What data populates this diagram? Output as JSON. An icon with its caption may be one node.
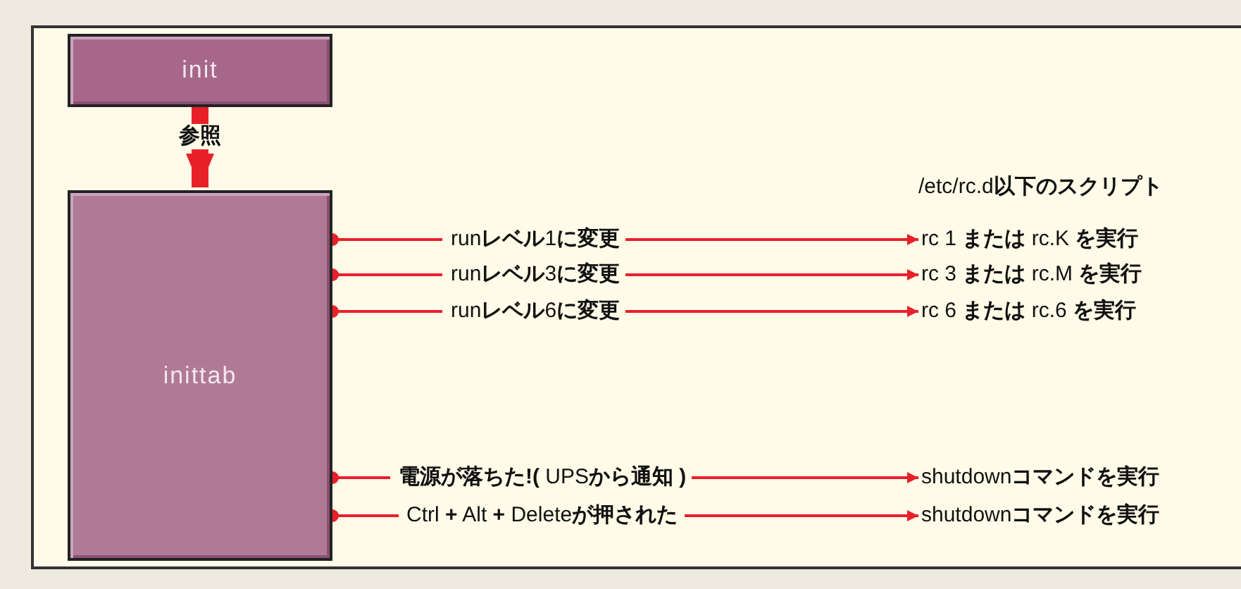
{
  "diagram": {
    "nodes": [
      {
        "text": [
          "init"
        ]
      },
      {
        "text": [
          "inittab"
        ]
      },
      {
        "text": [
          "run**レベル**1**に変更**"
        ]
      },
      {
        "text": [
          "run**レベル**3**に変更**"
        ]
      },
      {
        "text": [
          "run**レベル**6**に変更**"
        ]
      },
      {
        "text": [
          "**電源が落ちた!(** UPS**から通知 )**"
        ]
      },
      {
        "text": [
          "Ctrl **+** Alt **+** Delete**が押された**"
        ]
      },
      {
        "text": [
          "rc 1 **または** rc.K **を実行**"
        ]
      },
      {
        "text": [
          "rc 3 **または** rc.M **を実行**"
        ]
      },
      {
        "text": [
          "rc 6 **または** rc.6 **を実行**"
        ]
      },
      {
        "text": [
          "shutdown**コマンドを実行**"
        ]
      },
      {
        "text": [
          "shutdown**コマンドを実行**"
        ]
      }
    ],
    "edges": [
      {
        "from": 0,
        "to": 1,
        "arrow": "to",
        "label": "参照",
        "style": "thick"
      },
      {
        "from": 1,
        "to": 2,
        "arrow": "other"
      },
      {
        "from": 1,
        "to": 3,
        "arrow": "other"
      },
      {
        "from": 1,
        "to": 4,
        "arrow": "other"
      },
      {
        "from": 1,
        "to": 5,
        "arrow": "other"
      },
      {
        "from": 1,
        "to": 6,
        "arrow": "other"
      },
      {
        "from": 2,
        "to": 7,
        "arrow": "to"
      },
      {
        "from": 3,
        "to": 8,
        "arrow": "to"
      },
      {
        "from": 4,
        "to": 9,
        "arrow": "to"
      },
      {
        "from": 5,
        "to": 10,
        "arrow": "to"
      },
      {
        "from": 6,
        "to": 11,
        "arrow": "to"
      }
    ],
    "labels": [
      "/etc/rc.d**以下のスクリプト**"
    ]
  }
}
